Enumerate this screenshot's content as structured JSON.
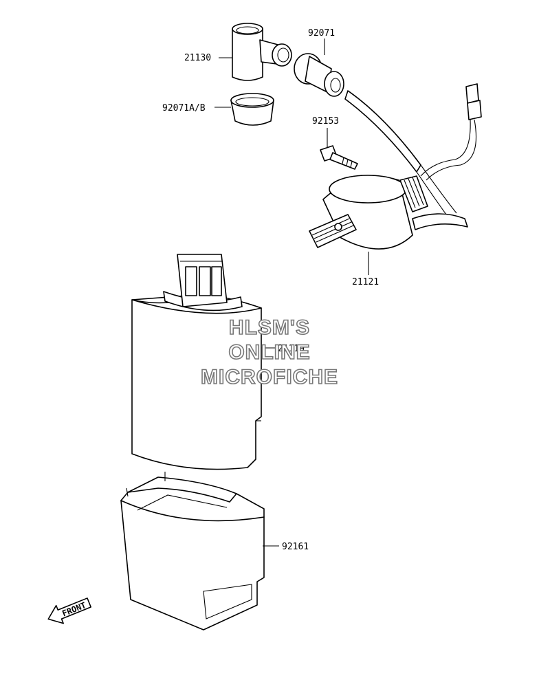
{
  "parts": [
    {
      "id": "p21130",
      "label": "21130"
    },
    {
      "id": "p92071",
      "label": "92071"
    },
    {
      "id": "p92071ab",
      "label": "92071A/B"
    },
    {
      "id": "p92153",
      "label": "92153"
    },
    {
      "id": "p21121",
      "label": "21121"
    },
    {
      "id": "p21119",
      "label": "21119"
    },
    {
      "id": "p92161",
      "label": "92161"
    }
  ],
  "watermark": {
    "line1": "HLSM'S",
    "line2": "ONLINE",
    "line3": "MICROFICHE"
  },
  "front_arrow": {
    "label": "FRONT"
  }
}
